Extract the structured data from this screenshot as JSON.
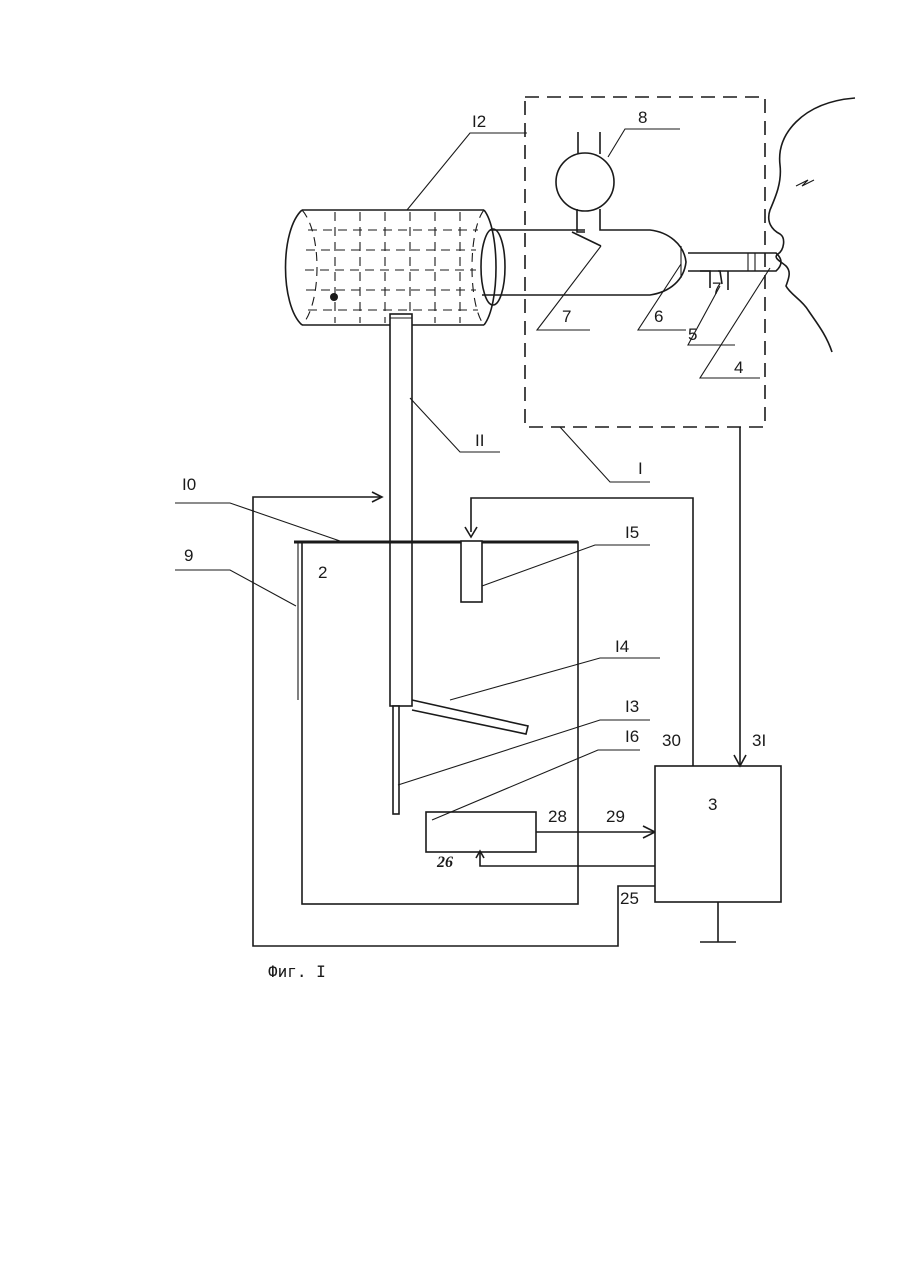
{
  "labels": {
    "l1": "I",
    "l2": "2",
    "l3": "3",
    "l4": "4",
    "l5": "5",
    "l6": "6",
    "l7a": "7",
    "l7b": "7",
    "l8": "8",
    "l9": "9",
    "l10": "I0",
    "l11": "II",
    "l12": "I2",
    "l13": "I3",
    "l14": "I4",
    "l15": "I5",
    "l16": "I6",
    "l25": "25",
    "l26": "26",
    "l28": "28",
    "l29": "29",
    "l30": "30",
    "l31": "3I"
  },
  "caption": "Фиг. I"
}
